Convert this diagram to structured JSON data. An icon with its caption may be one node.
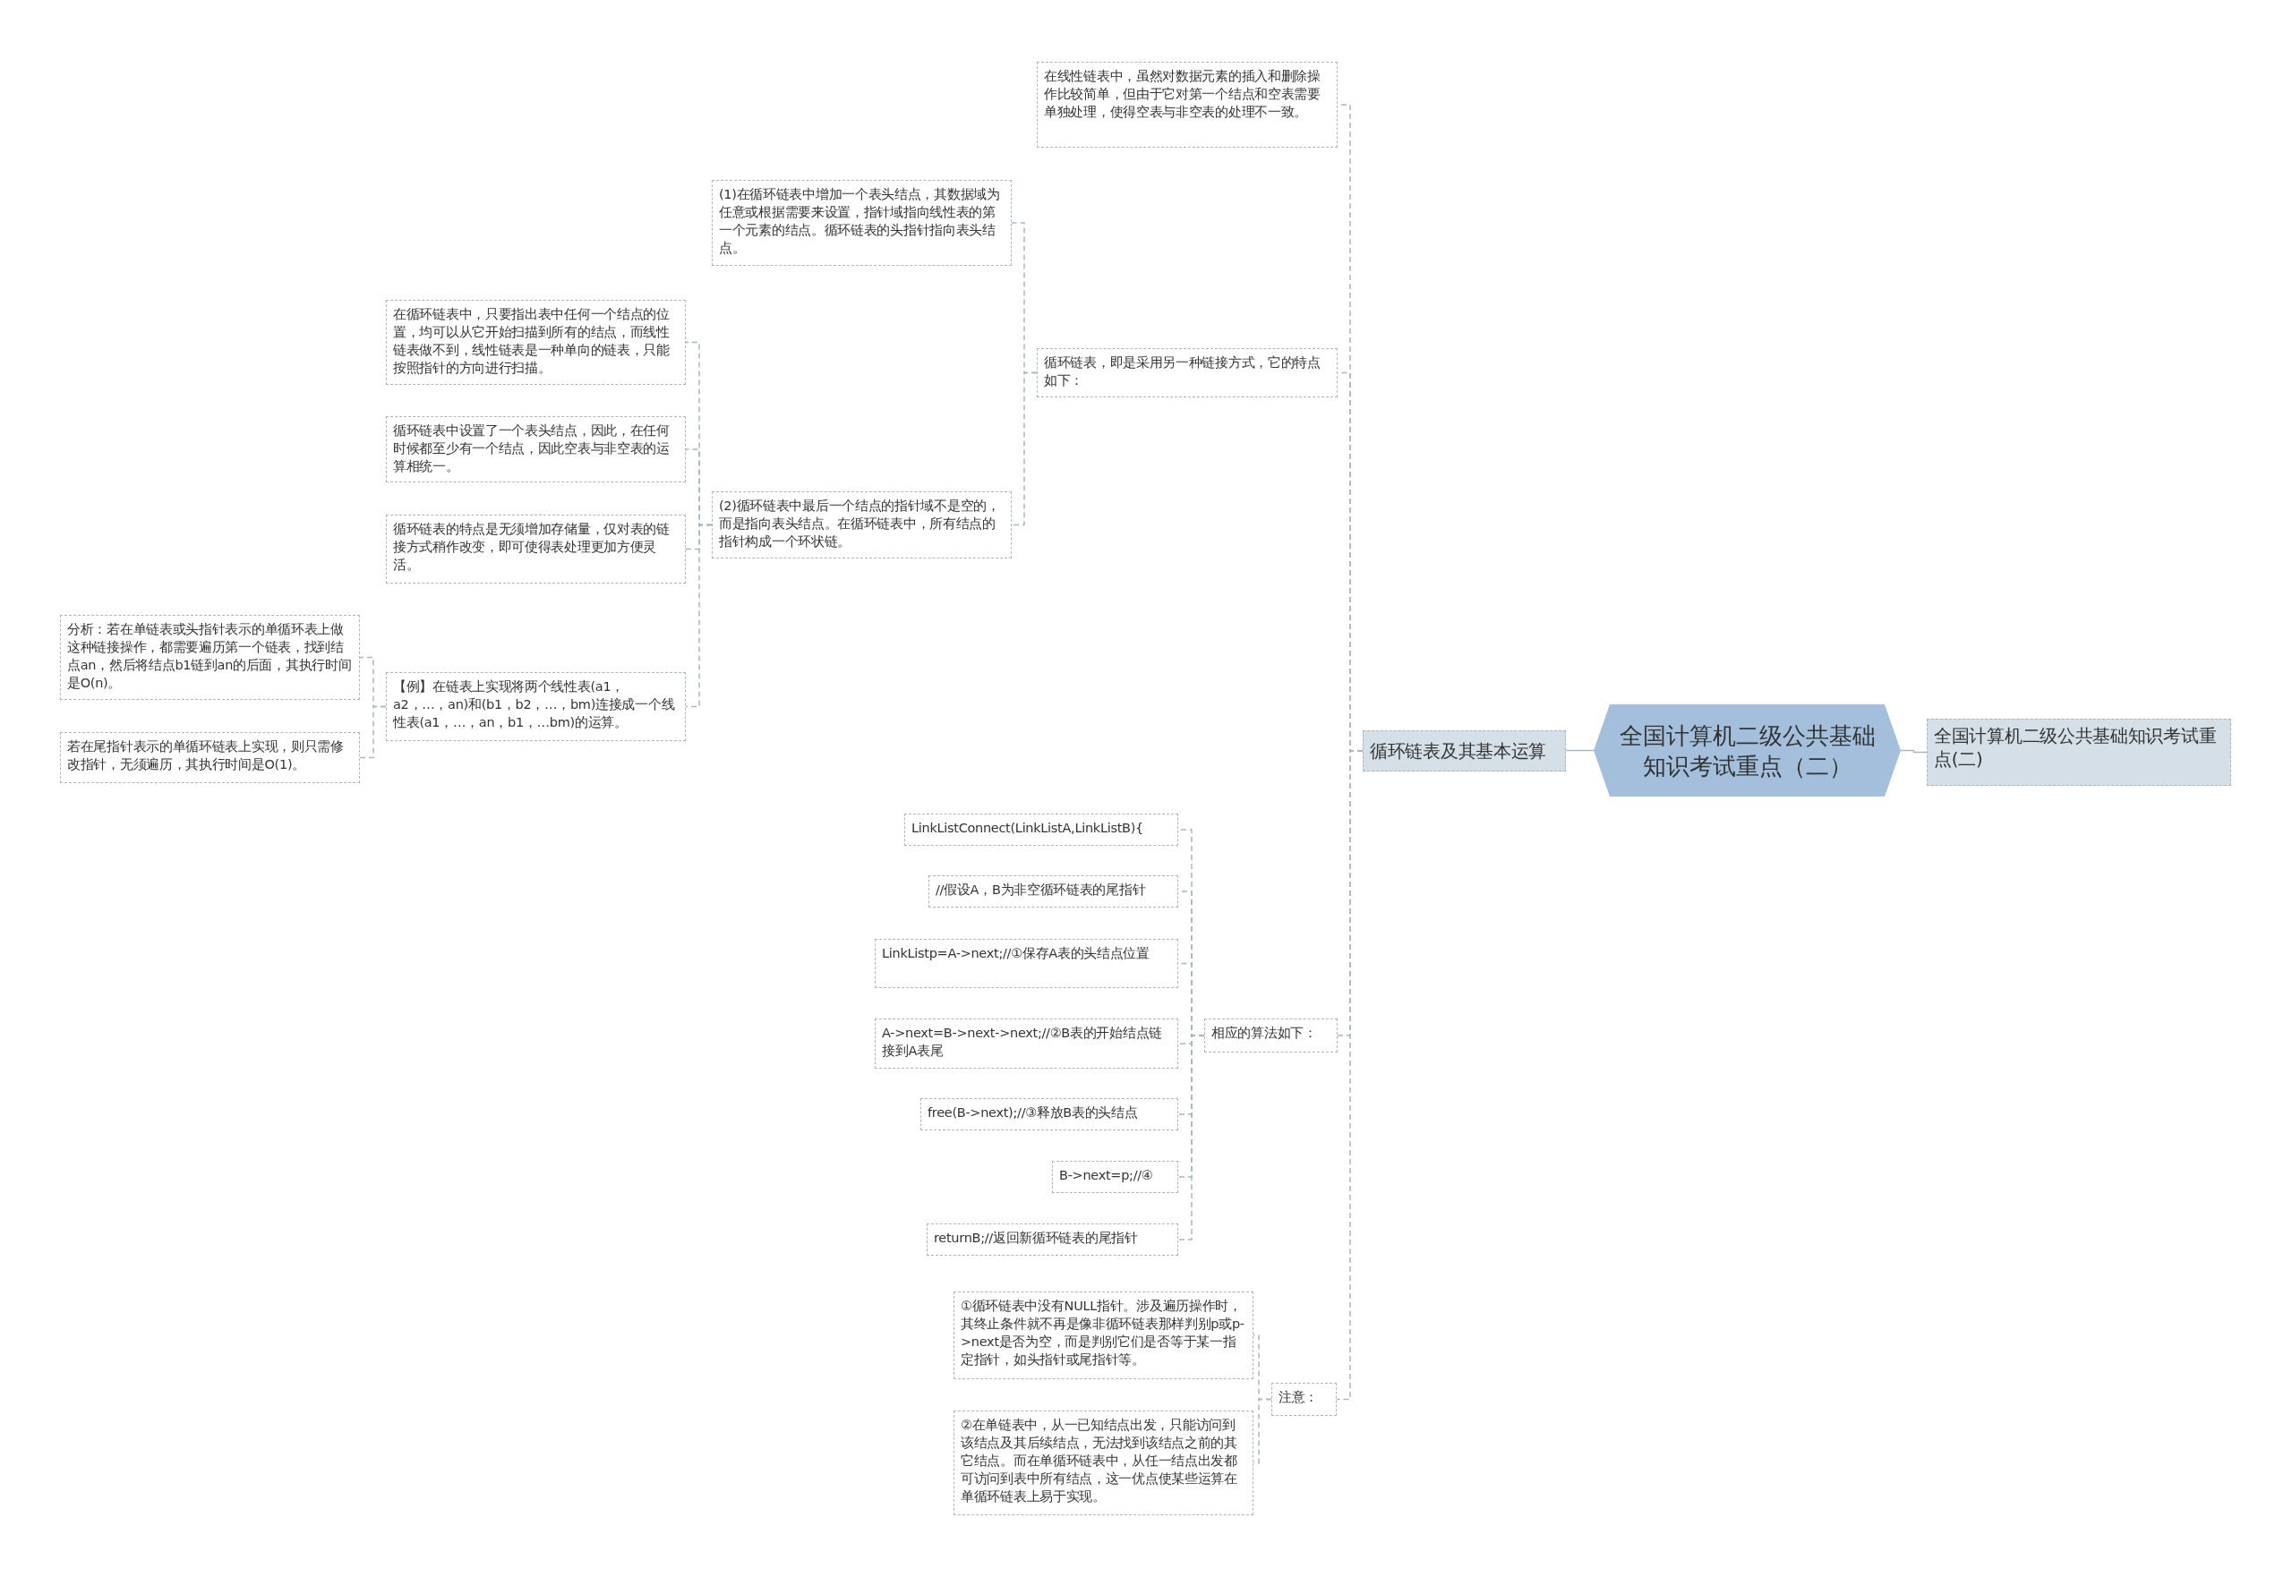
{
  "diagram": {
    "nodes": [
      {
        "text": [
          "全国计算机二级公共基础知识考试重点（二）"
        ]
      },
      {
        "text": [
          "全国计算机二级公共基础知识考试重点(二)"
        ]
      },
      {
        "text": [
          "循环链表及其基本运算"
        ]
      },
      {
        "text": [
          "在线性链表中，虽然对数据元素的插入和删除操作比较简单，但由于它对第一个结点和空表需要单独处理，使得空表与非空表的处理不一致。"
        ]
      },
      {
        "text": [
          "循环链表，即是采用另一种链接方式，它的特点如下："
        ]
      },
      {
        "text": [
          "(1)在循环链表中增加一个表头结点，其数据域为任意或根据需要来设置，指针域指向线性表的第一个元素的结点。循环链表的头指针指向表头结点。"
        ]
      },
      {
        "text": [
          "(2)循环链表中最后一个结点的指针域不是空的，而是指向表头结点。在循环链表中，所有结点的指针构成一个环状链。"
        ]
      },
      {
        "text": [
          "在循环链表中，只要指出表中任何一个结点的位置，均可以从它开始扫描到所有的结点，而线性链表做不到，线性链表是一种单向的链表，只能按照指针的方向进行扫描。"
        ]
      },
      {
        "text": [
          "循环链表中设置了一个表头结点，因此，在任何时候都至少有一个结点，因此空表与非空表的运算相统一。"
        ]
      },
      {
        "text": [
          "循环链表的特点是无须增加存储量，仅对表的链接方式稍作改变，即可使得表处理更加方便灵活。"
        ]
      },
      {
        "text": [
          "【例】在链表上实现将两个线性表(a1，a2，…，an)和(b1，b2，…，bm)连接成一个线性表(a1，…，an，b1，…bm)的运算。"
        ]
      },
      {
        "text": [
          "分析：若在单链表或头指针表示的单循环表上做这种链接操作，都需要遍历第一个链表，找到结点an，然后将结点b1链到an的后面，其执行时间是O(n)。"
        ]
      },
      {
        "text": [
          "若在尾指针表示的单循环链表上实现，则只需修改指针，无须遍历，其执行时间是O(1)。"
        ]
      },
      {
        "text": [
          "相应的算法如下："
        ]
      },
      {
        "text": [
          "LinkListConnect(LinkListA,LinkListB){"
        ]
      },
      {
        "text": [
          "//假设A，B为非空循环链表的尾指针"
        ]
      },
      {
        "text": [
          "LinkListp=A->next;//①保存A表的头结点位置"
        ]
      },
      {
        "text": [
          "A->next=B->next->next;//②B表的开始结点链接到A表尾"
        ]
      },
      {
        "text": [
          "free(B->next);//③释放B表的头结点"
        ]
      },
      {
        "text": [
          "B->next=p;//④"
        ]
      },
      {
        "text": [
          "returnB;//返回新循环链表的尾指针"
        ]
      },
      {
        "text": [
          "注意："
        ]
      },
      {
        "text": [
          "①循环链表中没有NULL指针。涉及遍历操作时，其终止条件就不再是像非循环链表那样判别p或p->next是否为空，而是判别它们是否等于某一指定指针，如头指针或尾指针等。"
        ]
      },
      {
        "text": [
          "②在单链表中，从一已知结点出发，只能访问到该结点及其后续结点，无法找到该结点之前的其它结点。而在单循环链表中，从任一结点出发都可访问到表中所有结点，这一优点使某些运算在单循环链表上易于实现。"
        ]
      }
    ],
    "edges": [
      {
        "from": 0,
        "to": 1,
        "arrow": "none"
      },
      {
        "from": 0,
        "to": 2,
        "arrow": "none"
      },
      {
        "from": 2,
        "to": 3,
        "arrow": "none",
        "style": "dashed"
      },
      {
        "from": 2,
        "to": 4,
        "arrow": "none",
        "style": "dashed"
      },
      {
        "from": 4,
        "to": 5,
        "arrow": "none",
        "style": "dashed"
      },
      {
        "from": 4,
        "to": 6,
        "arrow": "none",
        "style": "dashed"
      },
      {
        "from": 6,
        "to": 7,
        "arrow": "none",
        "style": "dashed"
      },
      {
        "from": 6,
        "to": 8,
        "arrow": "none",
        "style": "dashed"
      },
      {
        "from": 6,
        "to": 9,
        "arrow": "none",
        "style": "dashed"
      },
      {
        "from": 6,
        "to": 10,
        "arrow": "none",
        "style": "dashed"
      },
      {
        "from": 10,
        "to": 11,
        "arrow": "none",
        "style": "dashed"
      },
      {
        "from": 10,
        "to": 12,
        "arrow": "none",
        "style": "dashed"
      },
      {
        "from": 2,
        "to": 13,
        "arrow": "none",
        "style": "dashed"
      },
      {
        "from": 13,
        "to": 14,
        "arrow": "none",
        "style": "dashed"
      },
      {
        "from": 13,
        "to": 15,
        "arrow": "none",
        "style": "dashed"
      },
      {
        "from": 13,
        "to": 16,
        "arrow": "none",
        "style": "dashed"
      },
      {
        "from": 13,
        "to": 17,
        "arrow": "none",
        "style": "dashed"
      },
      {
        "from": 13,
        "to": 18,
        "arrow": "none",
        "style": "dashed"
      },
      {
        "from": 13,
        "to": 19,
        "arrow": "none",
        "style": "dashed"
      },
      {
        "from": 13,
        "to": 20,
        "arrow": "none",
        "style": "dashed"
      },
      {
        "from": 2,
        "to": 21,
        "arrow": "none",
        "style": "dashed"
      },
      {
        "from": 21,
        "to": 22,
        "arrow": "none",
        "style": "dashed"
      },
      {
        "from": 21,
        "to": 23,
        "arrow": "none",
        "style": "dashed"
      }
    ]
  }
}
